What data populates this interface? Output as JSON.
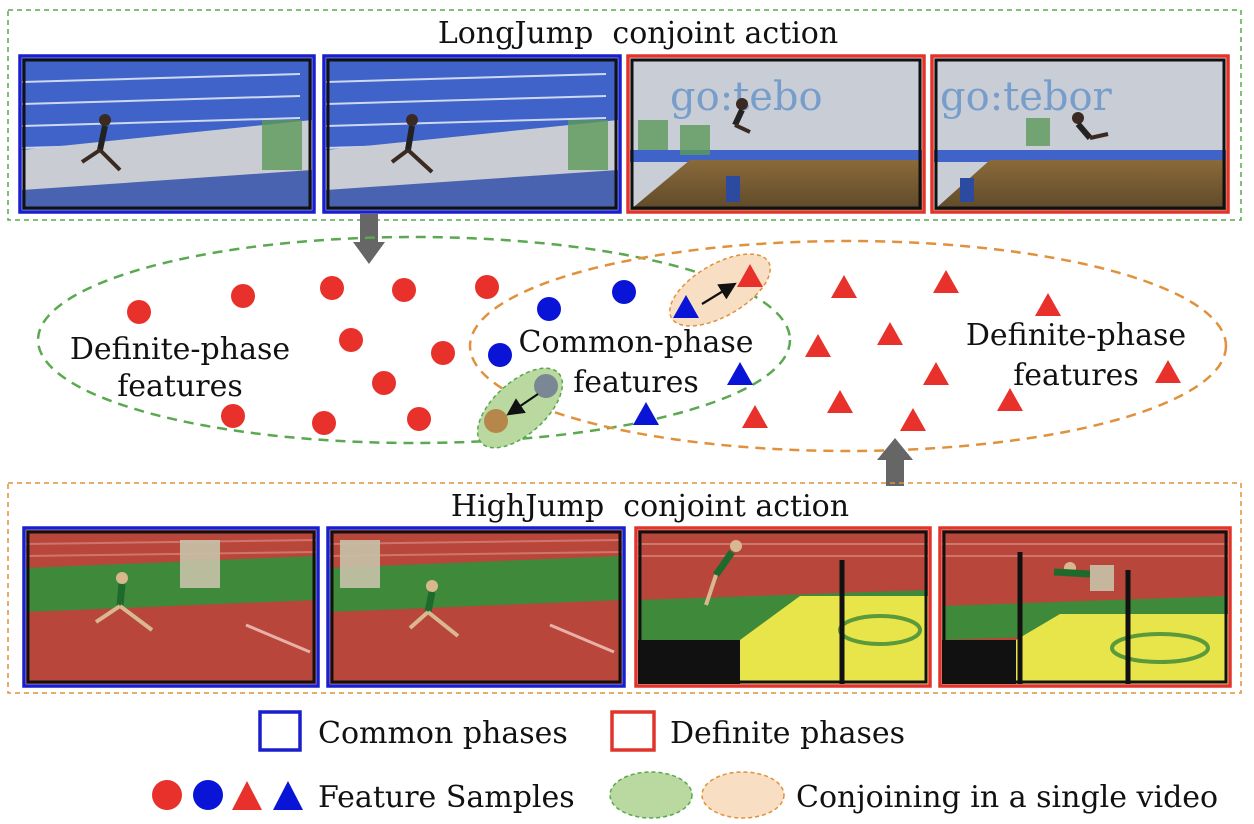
{
  "top_panel": {
    "title": "LongJump  conjoint action",
    "border_color": "#5aa84f"
  },
  "bottom_panel": {
    "title": "HighJump  conjoint action",
    "border_color": "#e0913c"
  },
  "frames": {
    "common_color": "#1a1fcc",
    "definite_color": "#e0352b"
  },
  "clusters": {
    "left_label_line1": "Definite-phase",
    "left_label_line2": "features",
    "center_label_line1": "Common-phase",
    "center_label_line2": "features",
    "right_label_line1": "Definite-phase",
    "right_label_line2": "features",
    "green_color": "#5aa84f",
    "orange_color": "#e0913c"
  },
  "samples": {
    "red": "#e8312a",
    "blue": "#0a14d6",
    "grey": "#7a8896",
    "brown": "#b5874a"
  },
  "legend": {
    "common_phases": "Common phases",
    "definite_phases": "Definite phases",
    "feature_samples": "Feature Samples",
    "conjoining": "Conjoining in a single video"
  }
}
